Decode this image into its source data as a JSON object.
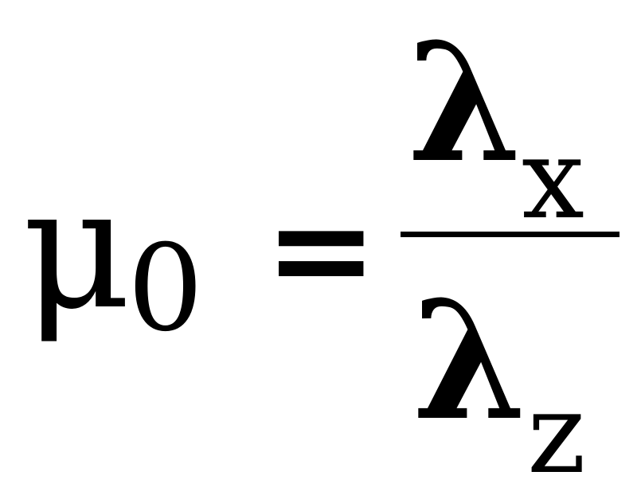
{
  "formula": {
    "lhs": {
      "symbol": "μ",
      "subscript": "0"
    },
    "operator": "=",
    "numerator": {
      "symbol": "λ",
      "subscript": "x"
    },
    "denominator": {
      "symbol": "λ",
      "subscript": "z"
    }
  }
}
